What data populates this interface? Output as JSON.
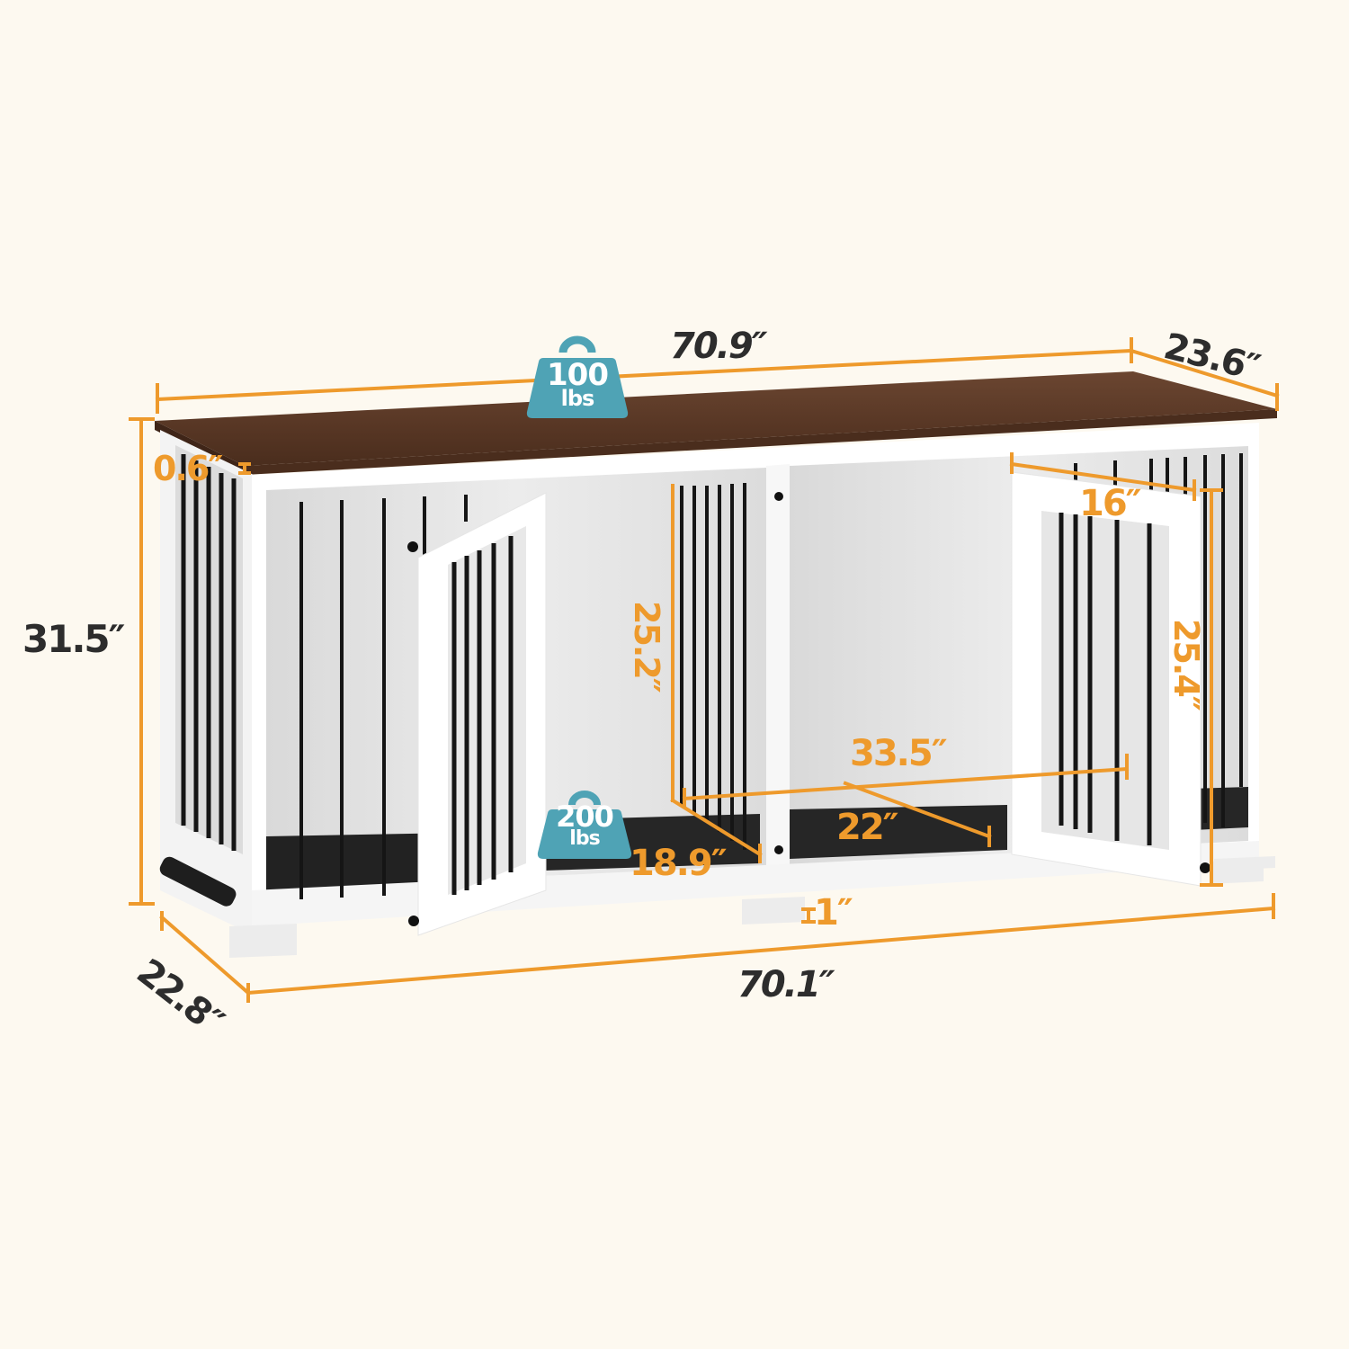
{
  "colors": {
    "background": "#fdf9f0",
    "dimension_line": "#ee9a2c",
    "dark_text": "#2d2d2d",
    "weight_badge": "#4fa3b5",
    "tabletop": "#5a3a26",
    "frame": "#ffffff",
    "bars": "#151515",
    "tray": "#2a2a2a"
  },
  "product": {
    "description": "Double dog crate furniture with wood-grain top, white frame, black metal bars, two doors and removable trays"
  },
  "weight_capacity": {
    "top": {
      "value": "100",
      "unit": "lbs"
    },
    "floor": {
      "value": "200",
      "unit": "lbs"
    }
  },
  "dimensions": {
    "top_width": "70.9″",
    "top_depth": "23.6″",
    "top_thickness": "0.6″",
    "overall_height": "31.5″",
    "base_width": "70.1″",
    "base_depth": "22.8″",
    "leg_height": "1″",
    "door_opening_width": "16″",
    "interior_height_left": "25.2″",
    "interior_height_right": "25.4″",
    "interior_width": "33.5″",
    "interior_depth": "22″",
    "door_width_left": "18.9″"
  }
}
